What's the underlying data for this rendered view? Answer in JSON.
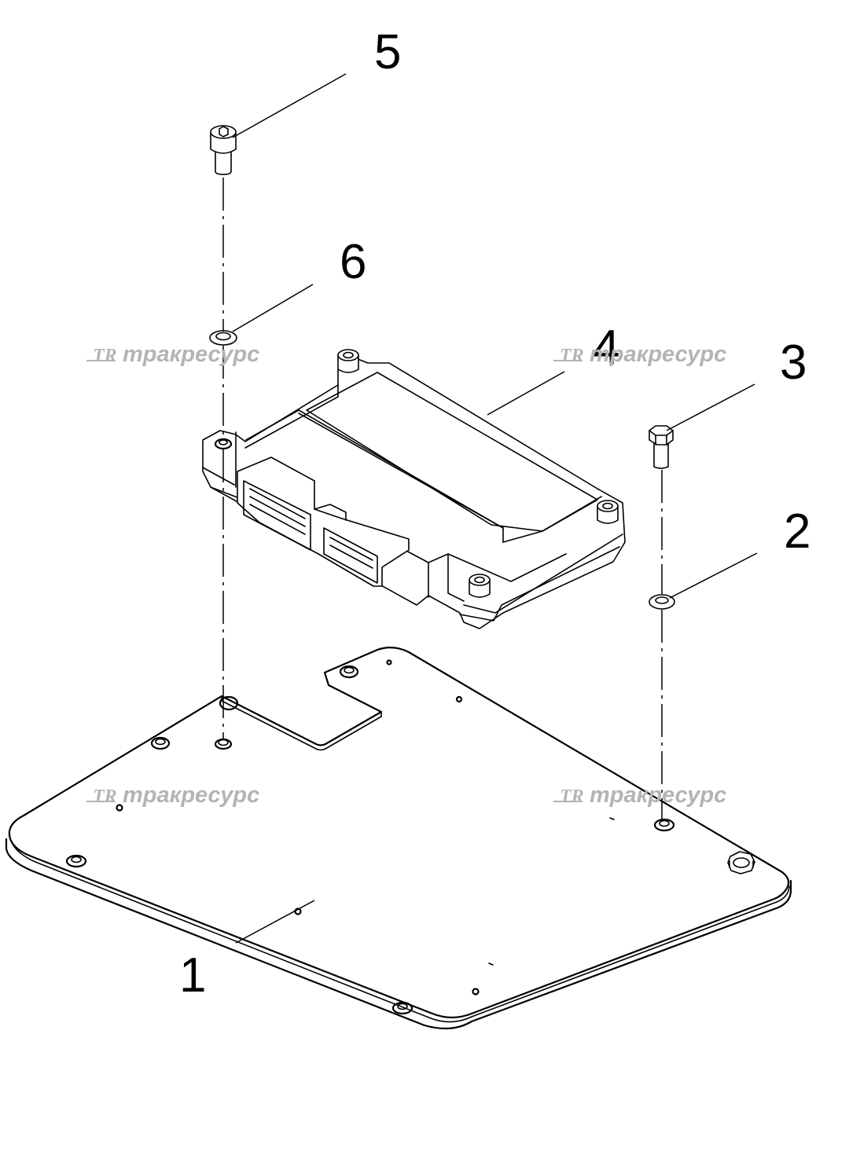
{
  "diagram": {
    "callouts": [
      {
        "id": "1",
        "label": "1"
      },
      {
        "id": "2",
        "label": "2"
      },
      {
        "id": "3",
        "label": "3"
      },
      {
        "id": "4",
        "label": "4"
      },
      {
        "id": "5",
        "label": "5"
      },
      {
        "id": "6",
        "label": "6"
      }
    ],
    "watermark": {
      "logo": "TR",
      "text": "тракресурс"
    }
  }
}
